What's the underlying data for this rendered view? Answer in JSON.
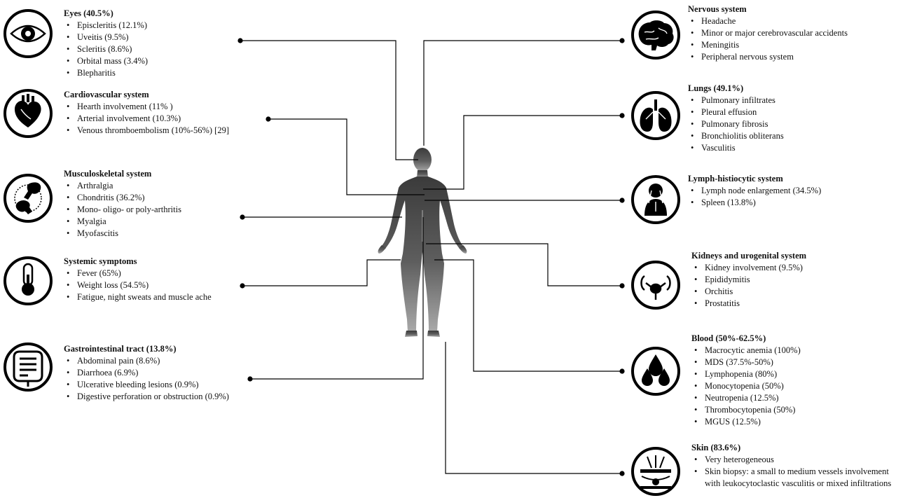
{
  "systems": [
    {
      "key": "eyes",
      "title": "Eyes (40.5%)",
      "icon": "eye-icon",
      "items": [
        "Episcleritis (12.1%)",
        "Uveitis (9.5%)",
        "Scleritis (8.6%)",
        "Orbital mass (3.4%)",
        "Blepharitis"
      ]
    },
    {
      "key": "cardiovascular",
      "title": "Cardiovascular system",
      "icon": "heart-icon",
      "items": [
        "Hearth involvement (11% )",
        "Arterial involvement (10.3%)",
        "Venous thromboembolism (10%-56%)  [29]"
      ]
    },
    {
      "key": "musculoskeletal",
      "title": "Musculoskeletal system",
      "icon": "joint-icon",
      "items": [
        "Arthralgia",
        "Chondritis (36.2%)",
        "Mono- oligo- or poly-arthritis",
        "Myalgia",
        "Myofascitis"
      ]
    },
    {
      "key": "systemic",
      "title": "Systemic symptoms",
      "icon": "thermometer-icon",
      "items": [
        "Fever (65%)",
        "Weight loss (54.5%)",
        "Fatigue, night sweats and muscle ache"
      ]
    },
    {
      "key": "gastrointestinal",
      "title": "Gastrointestinal tract (13.8%)",
      "icon": "intestine-icon",
      "items": [
        "Abdominal pain (8.6%)",
        "Diarrhoea (6.9%)",
        "Ulcerative bleeding lesions (0.9%)",
        "Digestive perforation or obstruction (0.9%)"
      ]
    },
    {
      "key": "nervous",
      "title": "Nervous  system",
      "icon": "brain-icon",
      "items": [
        "Headache",
        "Minor or major  cerebrovascular accidents",
        "Meningitis",
        "Peripheral nervous system"
      ]
    },
    {
      "key": "lungs",
      "title": "Lungs (49.1%)",
      "icon": "lungs-icon",
      "items": [
        "Pulmonary infiltrates",
        "Pleural effusion",
        "Pulmonary fibrosis",
        "Bronchiolitis obliterans",
        "Vasculitis"
      ]
    },
    {
      "key": "lymph",
      "title": "Lymph-histiocytic  system",
      "icon": "lymph-node-icon",
      "items": [
        "Lymph node enlargement (34.5%)",
        "Spleen (13.8%)"
      ]
    },
    {
      "key": "kidneys",
      "title": "Kidneys and urogenital system",
      "icon": "urogenital-icon",
      "items": [
        "Kidney involvement (9.5%)",
        "Epididymitis",
        "Orchitis",
        "Prostatitis"
      ]
    },
    {
      "key": "blood",
      "title": "Blood (50%-62.5%)",
      "icon": "blood-drops-icon",
      "items": [
        "Macrocytic anemia (100%)",
        "MDS (37.5%-50%)",
        "Lymphopenia (80%)",
        "Monocytopenia (50%)",
        "Neutropenia (12.5%)",
        "Thrombocytopenia (50%)",
        "MGUS  (12.5%)"
      ]
    },
    {
      "key": "skin",
      "title": "Skin (83.6%)",
      "icon": "skin-icon",
      "items": [
        "Very heterogeneous",
        "Skin biopsy: a small  to medium  vessels involvement|with leukocytoclastic vasculitis or mixed  infiltrations"
      ]
    }
  ]
}
